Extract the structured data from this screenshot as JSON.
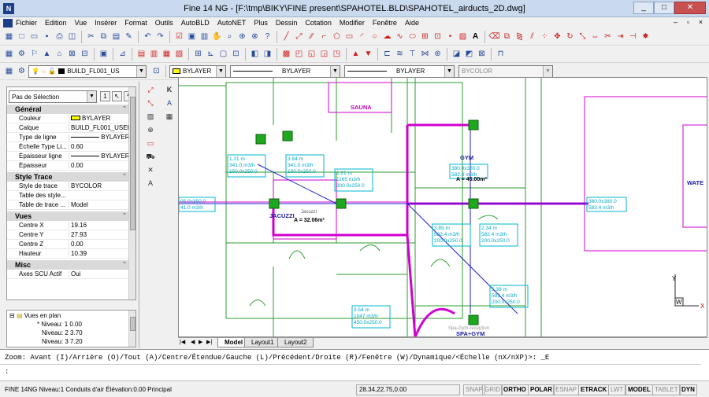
{
  "window": {
    "title": "Fine 14 NG - [F:\\tmp\\BIKY\\FINE present\\SPAHOTEL.BLD\\SPAHOTEL_airducts_2D.dwg]",
    "min": "_",
    "max": "□",
    "close": "✕"
  },
  "menu": [
    "Fichier",
    "Edition",
    "Vue",
    "Insérer",
    "Format",
    "Outils",
    "AutoBLD",
    "AutoNET",
    "Plus",
    "Dessin",
    "Cotation",
    "Modifier",
    "Fenêtre",
    "Aide"
  ],
  "mdi": [
    "–",
    "▫",
    "×"
  ],
  "layerbar": {
    "layer": "BUILD_FL001_US",
    "color": "BYLAYER",
    "linetype": "BYLAYER",
    "lineweight": "BYLAYER",
    "plotstyle": "BYCOLOR"
  },
  "properties": {
    "selection": "Pas de Sélection",
    "general": {
      "title": "Général",
      "rows": [
        [
          "Couleur",
          "BYLAYER"
        ],
        [
          "Calque",
          "BUILD_FL001_USER"
        ],
        [
          "Type de ligne",
          "BYLAYER"
        ],
        [
          "Échelle Type Li...",
          "0.60"
        ],
        [
          "Épaisseur ligne",
          "BYLAYER"
        ],
        [
          "Épaisseur",
          "0.00"
        ]
      ]
    },
    "style": {
      "title": "Style Trace",
      "rows": [
        [
          "Style de trace",
          "BYCOLOR"
        ],
        [
          "Table des style...",
          ""
        ],
        [
          "Table de trace ...",
          "Model"
        ]
      ]
    },
    "views": {
      "title": "Vues",
      "rows": [
        [
          "Centre X",
          "19.16"
        ],
        [
          "Centre Y",
          "27.93"
        ],
        [
          "Centre Z",
          "0.00"
        ],
        [
          "Hauteur",
          "10.39"
        ]
      ]
    },
    "misc": {
      "title": "Misc",
      "rows": [
        [
          "Axes SCU Actif",
          "Oui"
        ]
      ]
    }
  },
  "tree": {
    "root": "Vues en plan",
    "items": [
      "Niveau: 1  0.00",
      "Niveau: 2  3.70",
      "Niveau: 3  7.20"
    ]
  },
  "tabs": [
    "Model",
    "Layout1",
    "Layout2"
  ],
  "command": {
    "line1": "Zoom:  Avant (I)/Arrière (O)/Tout (A)/Centre/Étendue/Gauche (L)/Précédent/Droite (R)/Fenêtre (W)/Dynamique/<Échelle (nX/nXP)>: _E",
    "line2": ":"
  },
  "status": {
    "left": "FINE 14NG Niveau:1  Conduits d'air Élévation:0.00 Principal",
    "coords": "28.34,22.75,0.00",
    "toggles": [
      {
        "label": "SNAP",
        "on": false
      },
      {
        "label": "GRID",
        "on": false
      },
      {
        "label": "ORTHO",
        "on": true
      },
      {
        "label": "POLAR",
        "on": true
      },
      {
        "label": "ESNAP",
        "on": false
      },
      {
        "label": "ETRACK",
        "on": true
      },
      {
        "label": "LWT",
        "on": false
      },
      {
        "label": "MODEL",
        "on": true
      },
      {
        "label": "TABLET",
        "on": false
      },
      {
        "label": "DYN",
        "on": true
      }
    ]
  },
  "drawing": {
    "rooms": [
      "SAUNA",
      "GYM",
      "JACUZZI",
      "Jacuzzi",
      "SPA+GYM",
      "WATE",
      "Spa-Gym-reception"
    ],
    "areas": [
      "A = 45.00m²",
      "A = 32.06m²"
    ],
    "tags": [
      [
        "1.21 m",
        "341.0 m3/h",
        "150.0x250.0"
      ],
      [
        "3.84 m",
        "341.0 m3/h",
        "150.0x250.0"
      ],
      [
        "1.21 m",
        "1165 m3/h",
        "300.0x250.0"
      ],
      [
        "380.0x380.0",
        "582.4 m3/h"
      ],
      [
        "05.0x350.0",
        "41.0 m3/h"
      ],
      [
        "3.89 m",
        "582.4 m3/h",
        "200.0x250.0"
      ],
      [
        "2.34 m",
        "582.4 m3/h",
        "200.0x250.0"
      ],
      [
        "380.0x380.0",
        "583.4 m3/h"
      ],
      [
        "5.39 m",
        "582.4 m3/h",
        "200.0x250.0"
      ],
      [
        "3.54 m",
        "1047 m3/h",
        "450.0x250.0"
      ]
    ],
    "ucs": {
      "y": "Y",
      "x": "X",
      "w": "W"
    }
  }
}
